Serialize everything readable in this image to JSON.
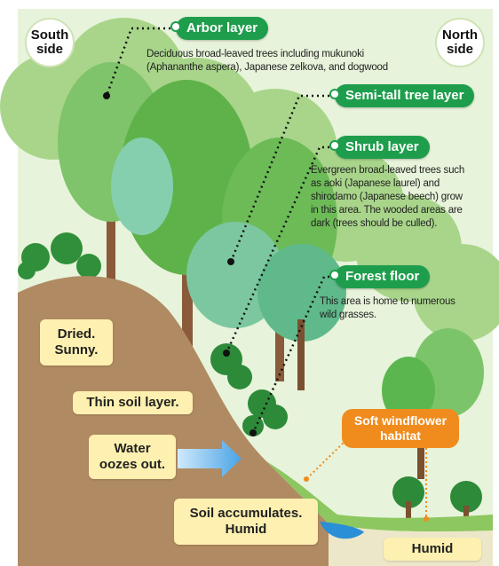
{
  "sides": {
    "south": [
      "South",
      "side"
    ],
    "north": [
      "North",
      "side"
    ]
  },
  "layers": {
    "arbor": {
      "title": "Arbor layer",
      "desc": [
        "Deciduous broad-leaved trees including mukunoki",
        "(Aphananthe aspera), Japanese zelkova, and dogwood"
      ]
    },
    "semi_tall": {
      "title": "Semi-tall tree layer"
    },
    "shrub": {
      "title": "Shrub layer",
      "desc": [
        "Evergreen broad-leaved trees such",
        "as aoki (Japanese laurel) and",
        "shirodamo (Japanese beech) grow",
        "in this area. The wooded areas are",
        "dark (trees should be culled)."
      ]
    },
    "forest_floor": {
      "title": "Forest floor",
      "desc": [
        "This area is home to numerous",
        "wild grasses."
      ]
    }
  },
  "labels": {
    "dried": [
      "Dried.",
      "Sunny."
    ],
    "thin_soil": "Thin soil layer.",
    "water": [
      "Water",
      "oozes out."
    ],
    "soil_acc": [
      "Soil accumulates.",
      "Humid"
    ],
    "humid": "Humid",
    "windflower": [
      "Soft windflower",
      "habitat"
    ]
  },
  "colors": {
    "sky": "#ffffff",
    "forest_bg": "#d6ecbf",
    "slope_soil": "#b08a62",
    "pill_green": "#1e9e4c",
    "label_yellow": "#fdf0b0",
    "orange": "#f08c1e",
    "water": "#2a8fd6"
  }
}
